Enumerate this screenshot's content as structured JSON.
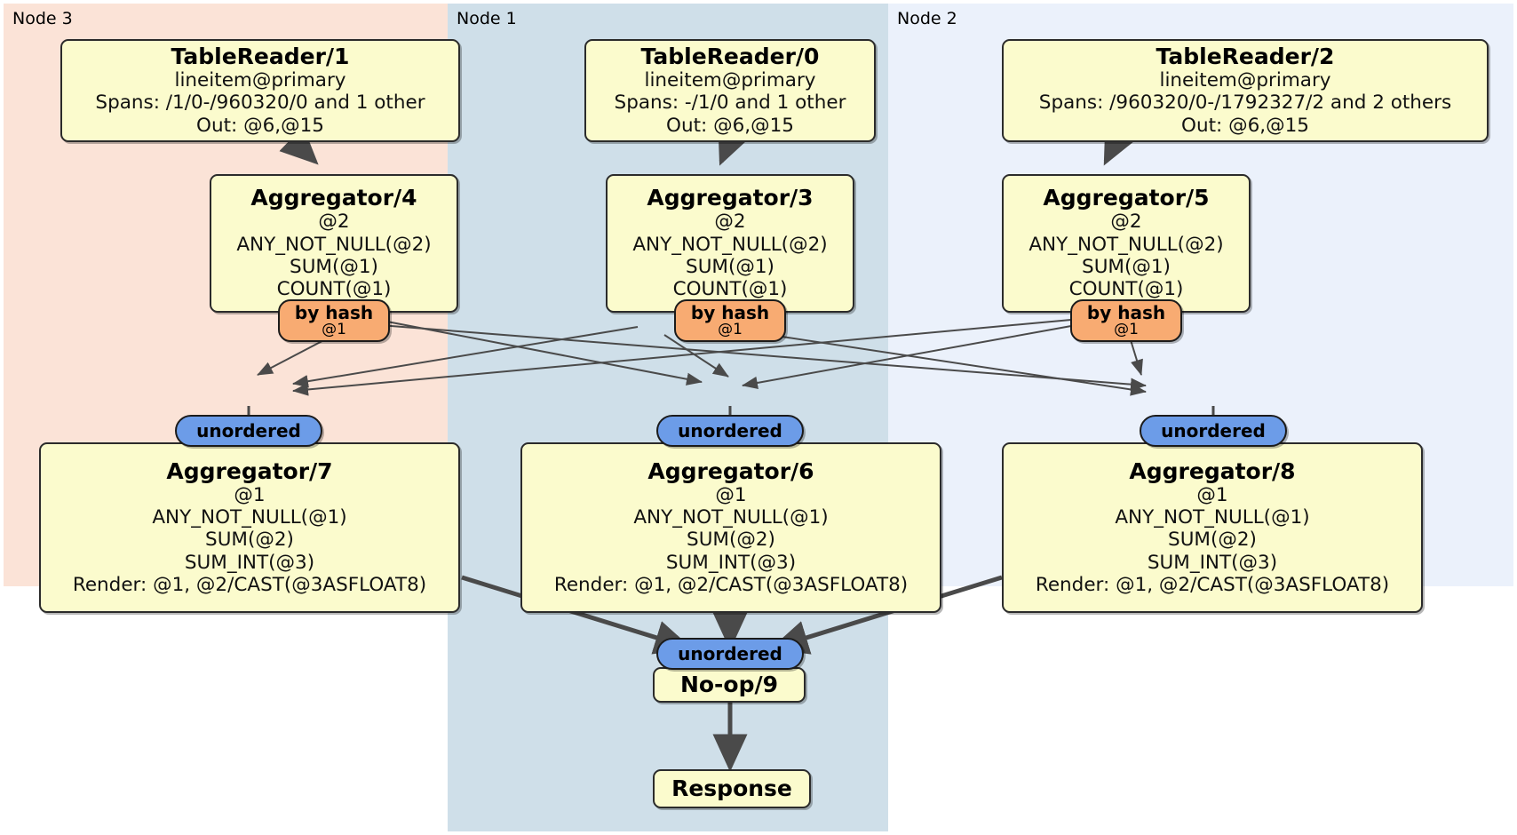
{
  "diagram": {
    "type": "distributed-query-plan",
    "colors": {
      "node3_bg": "#fbe3d7",
      "node1_bg": "#cfdfe9",
      "node2_bg": "#ebf1fb",
      "processor_bg": "#fbfbcd",
      "router_hash_bg": "#f8ab72",
      "router_unordered_bg": "#6c9ce8",
      "edge": "#4a4a4a"
    }
  },
  "panels": [
    {
      "id": "node3",
      "label": "Node 3"
    },
    {
      "id": "node1",
      "label": "Node 1"
    },
    {
      "id": "node2",
      "label": "Node 2"
    }
  ],
  "boxes": {
    "table_reader_1": {
      "title": "TableReader/1",
      "lines": [
        "lineitem@primary",
        "Spans: /1/0-/960320/0 and 1 other",
        "Out: @6,@15"
      ]
    },
    "table_reader_0": {
      "title": "TableReader/0",
      "lines": [
        "lineitem@primary",
        "Spans: -/1/0 and 1 other",
        "Out: @6,@15"
      ]
    },
    "table_reader_2": {
      "title": "TableReader/2",
      "lines": [
        "lineitem@primary",
        "Spans: /960320/0-/1792327/2 and 2 others",
        "Out: @6,@15"
      ]
    },
    "aggregator_4": {
      "title": "Aggregator/4",
      "lines": [
        "@2",
        "ANY_NOT_NULL(@2)",
        "SUM(@1)",
        "COUNT(@1)"
      ]
    },
    "aggregator_3": {
      "title": "Aggregator/3",
      "lines": [
        "@2",
        "ANY_NOT_NULL(@2)",
        "SUM(@1)",
        "COUNT(@1)"
      ]
    },
    "aggregator_5": {
      "title": "Aggregator/5",
      "lines": [
        "@2",
        "ANY_NOT_NULL(@2)",
        "SUM(@1)",
        "COUNT(@1)"
      ]
    },
    "aggregator_7": {
      "title": "Aggregator/7",
      "lines": [
        "@1",
        "ANY_NOT_NULL(@1)",
        "SUM(@2)",
        "SUM_INT(@3)",
        "Render: @1, @2/CAST(@3ASFLOAT8)"
      ]
    },
    "aggregator_6": {
      "title": "Aggregator/6",
      "lines": [
        "@1",
        "ANY_NOT_NULL(@1)",
        "SUM(@2)",
        "SUM_INT(@3)",
        "Render: @1, @2/CAST(@3ASFLOAT8)"
      ]
    },
    "aggregator_8": {
      "title": "Aggregator/8",
      "lines": [
        "@1",
        "ANY_NOT_NULL(@1)",
        "SUM(@2)",
        "SUM_INT(@3)",
        "Render: @1, @2/CAST(@3ASFLOAT8)"
      ]
    },
    "noop_9": {
      "title": "No-op/9",
      "lines": []
    },
    "response": {
      "title": "Response",
      "lines": []
    }
  },
  "routers": {
    "hash_left": {
      "label": "by hash",
      "sub": "@1"
    },
    "hash_mid": {
      "label": "by hash",
      "sub": "@1"
    },
    "hash_right": {
      "label": "by hash",
      "sub": "@1"
    },
    "unordered_left": {
      "label": "unordered",
      "sub": ""
    },
    "unordered_mid": {
      "label": "unordered",
      "sub": ""
    },
    "unordered_right": {
      "label": "unordered",
      "sub": ""
    },
    "unordered_final": {
      "label": "unordered",
      "sub": ""
    }
  }
}
